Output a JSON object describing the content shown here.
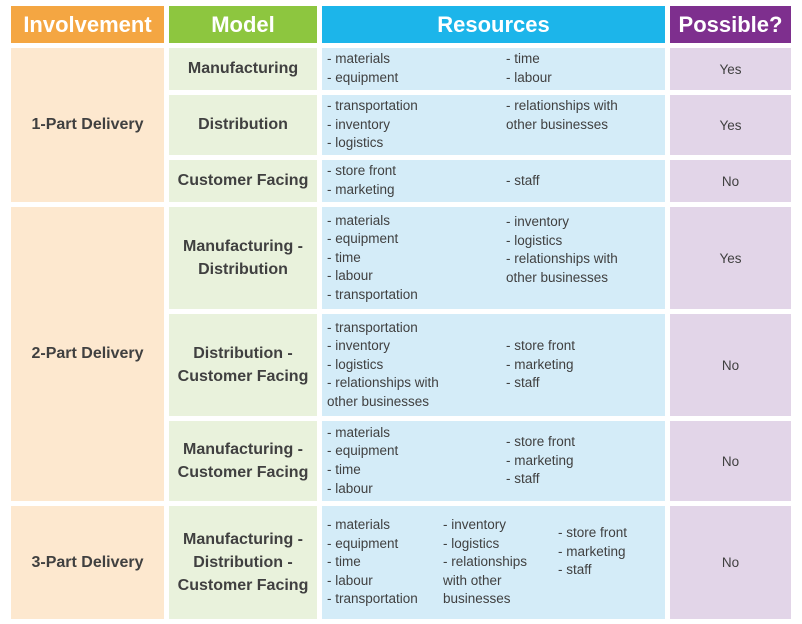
{
  "headers": {
    "involvement": "Involvement",
    "model": "Model",
    "resources": "Resources",
    "possible": "Possible?"
  },
  "groups": [
    {
      "label": "1-Part Delivery"
    },
    {
      "label": "2-Part Delivery"
    },
    {
      "label": "3-Part Delivery"
    }
  ],
  "rows": [
    {
      "model": "Manufacturing",
      "possible": "Yes",
      "resources": [
        [
          "- materials",
          "- equipment"
        ],
        [
          "- time",
          "- labour"
        ]
      ]
    },
    {
      "model": "Distribution",
      "possible": "Yes",
      "resources": [
        [
          "- transportation",
          "- inventory",
          "- logistics"
        ],
        [
          "- relationships with",
          "other businesses"
        ]
      ]
    },
    {
      "model": "Customer Facing",
      "possible": "No",
      "resources": [
        [
          "- store front",
          "- marketing"
        ],
        [
          "- staff"
        ]
      ]
    },
    {
      "model": "Manufacturing - Distribution",
      "possible": "Yes",
      "resources": [
        [
          "- materials",
          "- equipment",
          "- time",
          "- labour",
          "- transportation"
        ],
        [
          "- inventory",
          "- logistics",
          "- relationships with",
          "other businesses"
        ]
      ]
    },
    {
      "model": "Distribution - Customer Facing",
      "possible": "No",
      "resources": [
        [
          "- transportation",
          "- inventory",
          "- logistics",
          "- relationships with",
          "other businesses"
        ],
        [
          "- store front",
          "- marketing",
          "- staff"
        ]
      ]
    },
    {
      "model": "Manufacturing - Customer Facing",
      "possible": "No",
      "resources": [
        [
          "- materials",
          "- equipment",
          "- time",
          "- labour"
        ],
        [
          "- store front",
          "- marketing",
          "- staff"
        ]
      ]
    },
    {
      "model": "Manufacturing - Distribution - Customer Facing",
      "possible": "No",
      "resources": [
        [
          "- materials",
          "- equipment",
          "- time",
          "- labour",
          "- transportation"
        ],
        [
          "- inventory",
          "- logistics",
          "- relationships",
          "with other",
          "businesses"
        ],
        [
          "- store front",
          "- marketing",
          "- staff"
        ]
      ]
    }
  ]
}
